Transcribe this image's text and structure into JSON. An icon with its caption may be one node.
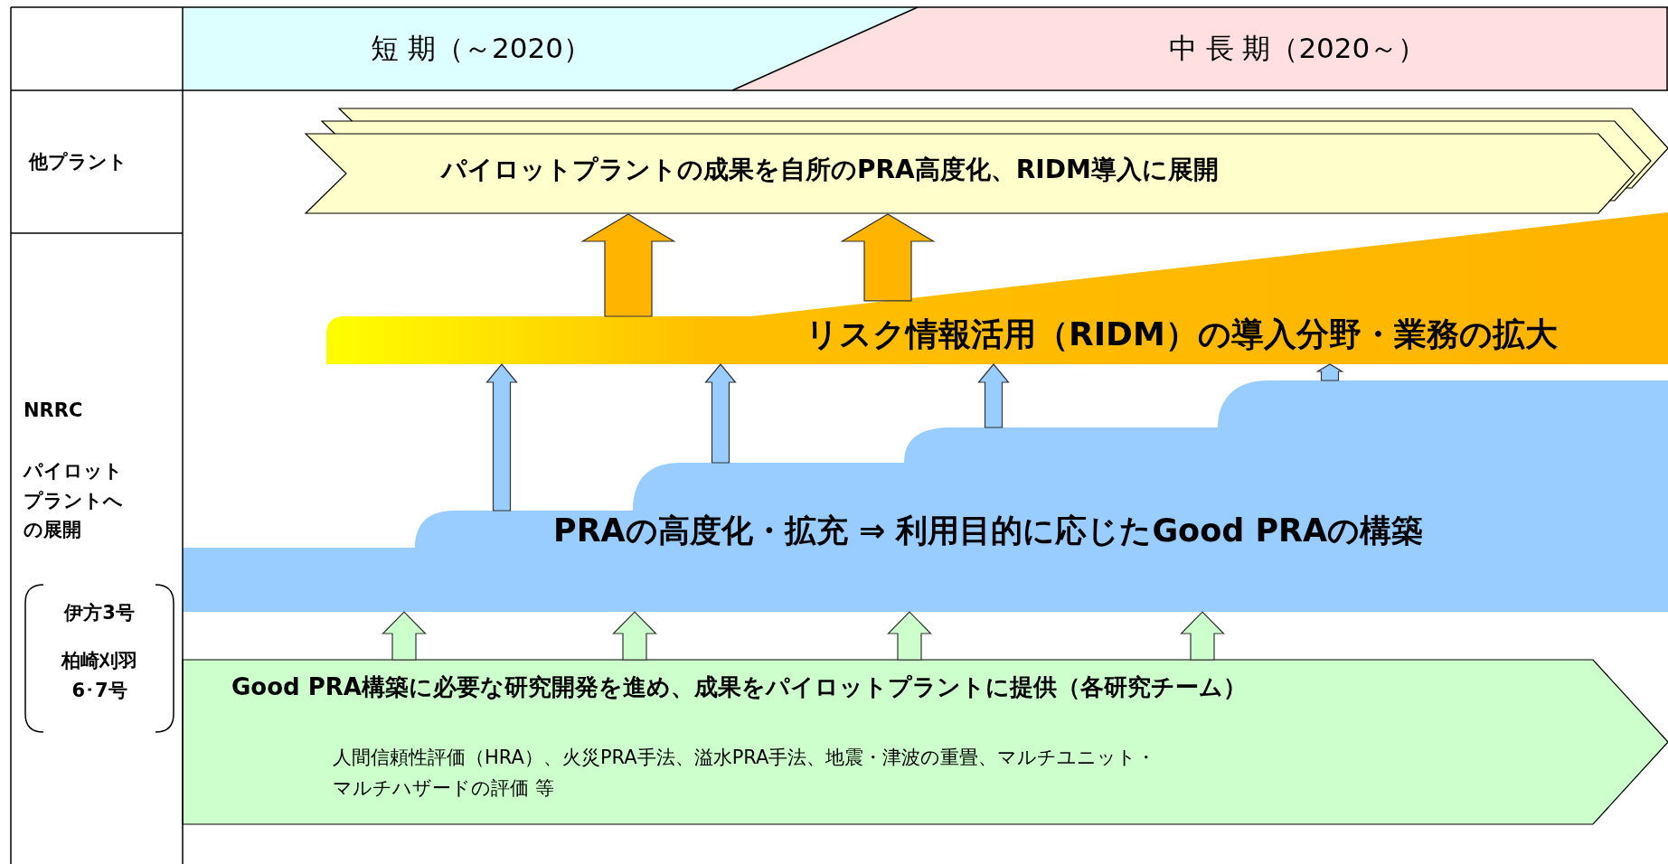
{
  "diagram": {
    "nodes": [
      {
        "text": [
          "短 期（～2020）"
        ]
      },
      {
        "text": [
          "中 長 期（2020～）"
        ]
      },
      {
        "text": [
          "他プラント"
        ]
      },
      {
        "text": [
          "NRRC",
          "パイロットプラントへの展開"
        ]
      },
      {
        "text": [
          "伊方3号",
          "柏崎刈羽6･7号"
        ],
        "in": 3
      },
      {
        "text": [
          "パイロットプラントの成果を自所のPRA高度化、RIDM導入に展開"
        ]
      },
      {
        "text": [
          "リスク情報活用（RIDM）の導入分野・業務の拡大"
        ]
      },
      {
        "text": [
          "PRAの高度化・拡充 ⇒ 利用目的に応じたGood PRAの構築"
        ]
      },
      {
        "text": [
          "Good PRA構築に必要な研究開発を進め、成果をパイロットプラントに提供（各研究チーム）",
          "人間信頼性評価（HRA）、火災PRA手法、溢水PRA手法、地震・津波の重畳、マルチユニット・マルチハザードの評価 等"
        ]
      }
    ],
    "edges": [
      {
        "from": 6,
        "to": 5,
        "arrow": "to",
        "color": "#ffb400"
      },
      {
        "from": 6,
        "to": 5,
        "arrow": "to",
        "color": "#ffb400"
      },
      {
        "from": 7,
        "to": 6,
        "arrow": "to",
        "color": "#99ccff"
      },
      {
        "from": 7,
        "to": 6,
        "arrow": "to",
        "color": "#99ccff"
      },
      {
        "from": 7,
        "to": 6,
        "arrow": "to",
        "color": "#99ccff"
      },
      {
        "from": 7,
        "to": 6,
        "arrow": "to",
        "color": "#99ccff"
      },
      {
        "from": 8,
        "to": 7,
        "arrow": "to",
        "color": "#ccffcc"
      },
      {
        "from": 8,
        "to": 7,
        "arrow": "to",
        "color": "#ccffcc"
      },
      {
        "from": 8,
        "to": 7,
        "arrow": "to",
        "color": "#ccffcc"
      },
      {
        "from": 8,
        "to": 7,
        "arrow": "to",
        "color": "#ccffcc"
      }
    ]
  }
}
